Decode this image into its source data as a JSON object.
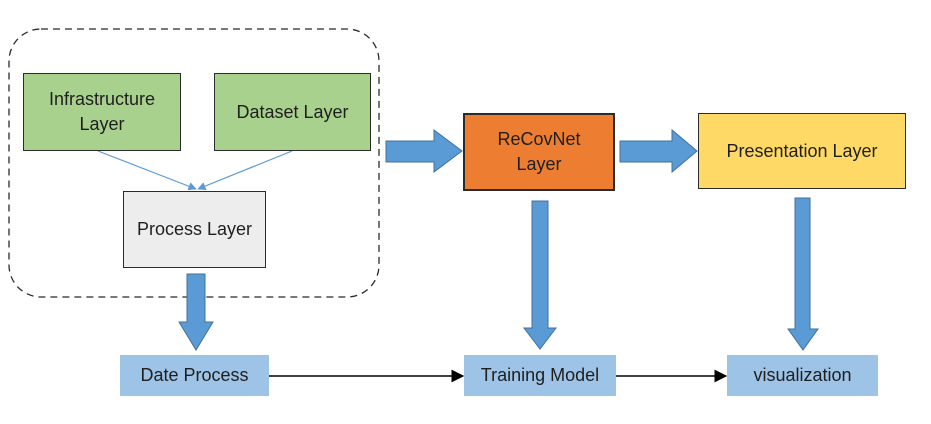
{
  "nodes": {
    "infrastructure": "Infrastructure\nLayer",
    "dataset": "Dataset Layer",
    "process": "Process Layer",
    "recovnet": "ReCovNet\nLayer",
    "presentation": "Presentation Layer",
    "date_process": "Date Process",
    "training_model": "Training Model",
    "visualization": "visualization"
  },
  "colors": {
    "green_box": "#a9d18e",
    "gray_box": "#ededed",
    "orange_box": "#ed7d31",
    "yellow_box": "#ffd966",
    "blue_box": "#9dc3e6",
    "block_arrow": "#5b9bd5",
    "thin_arrow": "#5b9bd5",
    "black_arrow": "#000000"
  }
}
